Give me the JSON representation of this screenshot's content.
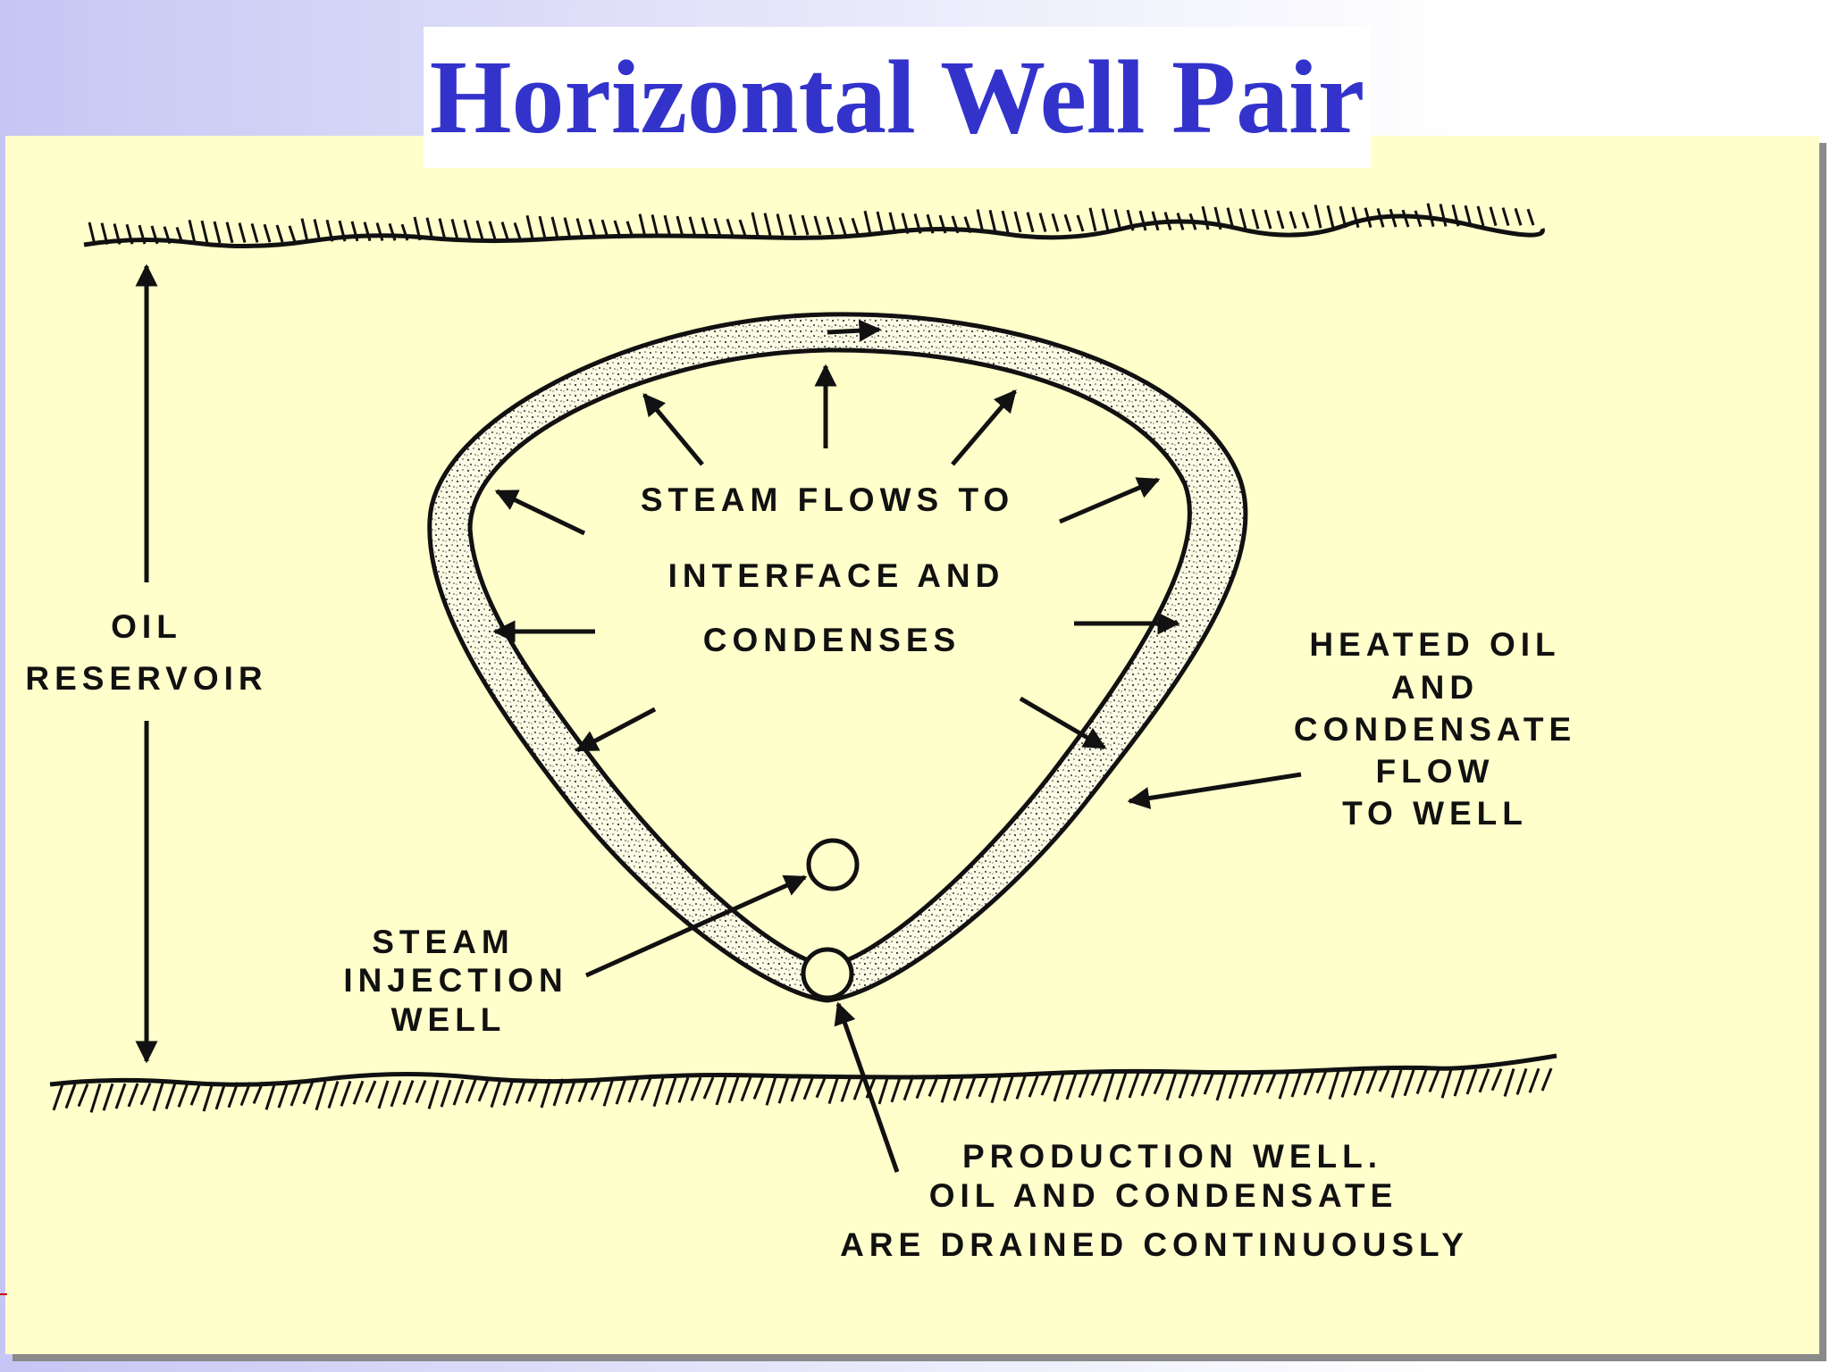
{
  "slide": {
    "title": "Horizontal Well Pair",
    "title_color": "#3333cc",
    "panel_color": "#ffffcc"
  },
  "diagram": {
    "labels": {
      "oil_reservoir": [
        "OIL",
        "RESERVOIR"
      ],
      "steam_flows": [
        "STEAM FLOWS TO",
        "INTERFACE AND",
        "CONDENSES"
      ],
      "heated_oil": [
        "HEATED OIL",
        "AND",
        "CONDENSATE",
        "FLOW",
        "TO WELL"
      ],
      "steam_injection_well": [
        "STEAM",
        "INJECTION",
        "WELL"
      ],
      "production_well": [
        "PRODUCTION  WELL.",
        "OIL  AND  CONDENSATE",
        "ARE DRAINED  CONTINUOUSLY"
      ]
    }
  }
}
